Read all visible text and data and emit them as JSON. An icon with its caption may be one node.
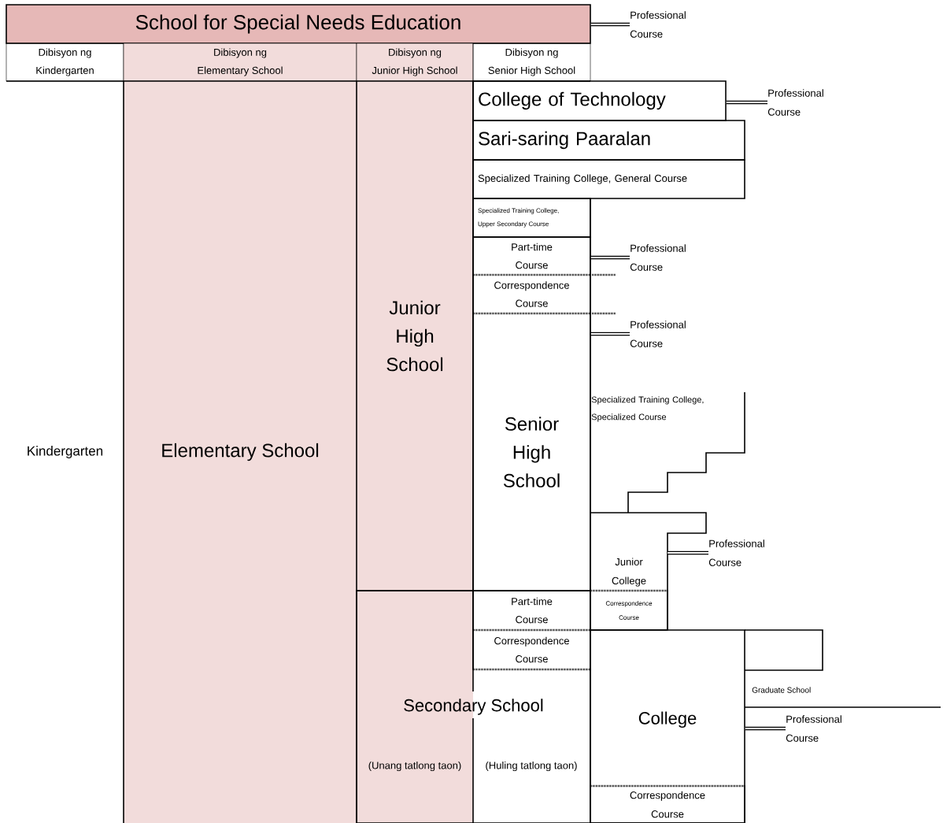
{
  "diagram": {
    "nodes": [
      {
        "text": [
          "School for Special Needs Education"
        ]
      },
      {
        "text": [
          "Dibisyon ng Kindergarten"
        ]
      },
      {
        "text": [
          "Dibisyon ng Elementary School"
        ]
      },
      {
        "text": [
          "Dibisyon ng Junior High School"
        ]
      },
      {
        "text": [
          "Dibisyon ng Senior High School"
        ]
      },
      {
        "text": [
          "Professional Course"
        ]
      },
      {
        "text": [
          "Kindergarten"
        ]
      },
      {
        "text": [
          "Elementary School"
        ]
      },
      {
        "text": [
          "Junior High School"
        ]
      },
      {
        "text": [
          "Secondary School",
          "(Unang tatlong taon)",
          "(Huling tatlong taon)"
        ]
      },
      {
        "text": [
          "Part-time Course"
        ],
        "in": 9
      },
      {
        "text": [
          "Correspondence Course"
        ],
        "in": 9
      },
      {
        "text": [
          "College of Technology"
        ]
      },
      {
        "text": [
          "Sari-saring Paaralan"
        ]
      },
      {
        "text": [
          "Specialized Training College, General Course"
        ]
      },
      {
        "text": [
          "Specialized Training College, Upper Secondary Course"
        ]
      },
      {
        "text": [
          "Part-time Course"
        ]
      },
      {
        "text": [
          "Correspondence Course"
        ]
      },
      {
        "text": [
          "Senior High School"
        ]
      },
      {
        "text": [
          "Professional Course"
        ]
      },
      {
        "text": [
          "Professional Course"
        ]
      },
      {
        "text": [
          "Professional Course"
        ]
      },
      {
        "text": [
          "Specialized Training College, Specialized Course"
        ]
      },
      {
        "text": [
          "Junior College"
        ]
      },
      {
        "text": [
          "Correspondence Course"
        ],
        "in": 23
      },
      {
        "text": [
          "Professional Course"
        ]
      },
      {
        "text": [
          "College"
        ]
      },
      {
        "text": [
          "Graduate School"
        ]
      },
      {
        "text": [
          "Professional Course"
        ]
      },
      {
        "text": [
          "Correspondence Course"
        ],
        "in": 26
      }
    ],
    "edges": [
      {
        "from": 0,
        "to": 5,
        "arrow": "none"
      },
      {
        "from": 12,
        "to": 19,
        "arrow": "none"
      },
      {
        "from": 16,
        "to": 20,
        "arrow": "none"
      },
      {
        "from": 18,
        "to": 21,
        "arrow": "none"
      },
      {
        "from": 23,
        "to": 25,
        "arrow": "none"
      },
      {
        "from": 26,
        "to": 28,
        "arrow": "none"
      }
    ]
  }
}
